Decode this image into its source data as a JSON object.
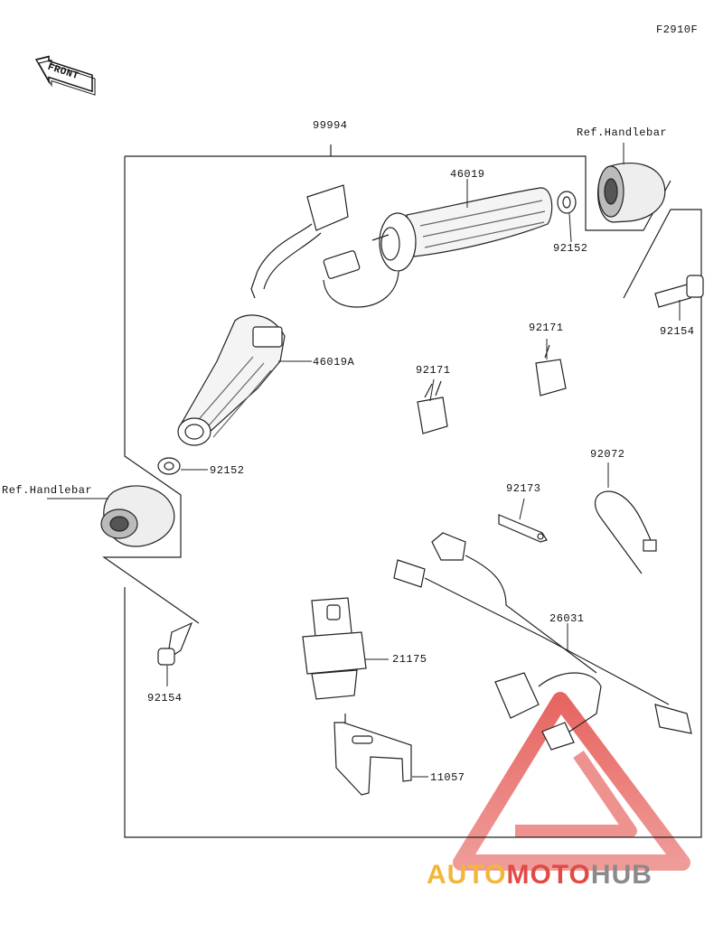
{
  "figure_code": "F2910F",
  "front_label": "FRONT",
  "parts": {
    "kit": "99994",
    "grip_right": "46019",
    "grip_left": "46019A",
    "washer_right": "92152",
    "washer_left": "92152",
    "handlebar_ref_right": "Ref.Handlebar",
    "handlebar_ref_left": "Ref.Handlebar",
    "screw_right": "92154",
    "screw_left": "92154",
    "clamp_a": "92171",
    "clamp_b": "92171",
    "tie_band": "92072",
    "clamp_plate": "92173",
    "harness": "26031",
    "relay": "21175",
    "bracket": "11057"
  },
  "watermark": {
    "part1": "AUTO",
    "part2": "MOTO",
    "part3": "HUB",
    "colors": {
      "auto": "#f2b63a",
      "moto": "#e24a45",
      "hub": "#8a8a8a",
      "triangle": "#e24a45"
    }
  }
}
